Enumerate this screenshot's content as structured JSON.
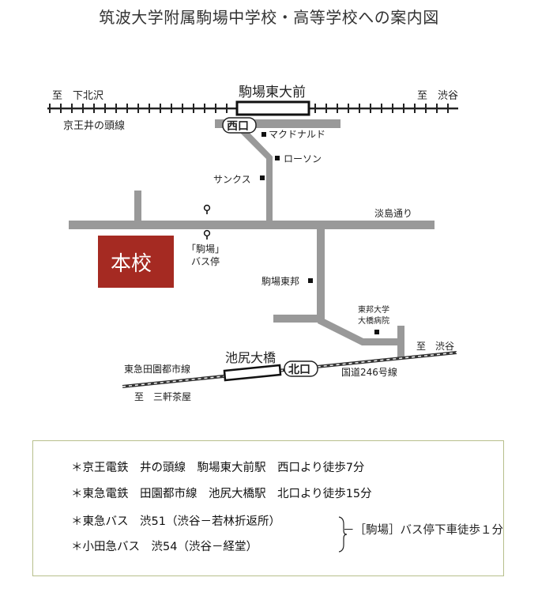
{
  "title": "筑波大学附属駒場中学校・高等学校への案内図",
  "map": {
    "keio_line": "京王井の頭線",
    "to_shimokitazawa": "至　下北沢",
    "to_shibuya_top": "至　渋谷",
    "komaba_todaimae": "駒場東大前",
    "nishiguchi": "西口",
    "mcdonalds": "マクドナルド",
    "lawson": "ローソン",
    "sunkus": "サンクス",
    "awashima_dori": "淡島通り",
    "honko": "本校",
    "bus_stop_line1": "「駒場」",
    "bus_stop_line2": "バス停",
    "komaba_toho": "駒場東邦",
    "toho_univ_line1": "東邦大学",
    "toho_univ_line2": "大橋病院",
    "to_shibuya_bottom": "至　渋谷",
    "ikejiri_ohashi": "池尻大橋",
    "kitaguchi": "北口",
    "route246": "国道246号線",
    "tokyu_line": "東急田園都市線",
    "to_sangenjaya": "至　三軒茶屋"
  },
  "access": {
    "line1": "＊京王電鉄　井の頭線　駒場東大前駅　西口より徒歩7分",
    "line2": "＊東急電鉄　田園都市線　池尻大橋駅　北口より徒歩15分",
    "line3": "＊東急バス　渋51（渋谷－若林折返所）",
    "line4": "＊小田急バス　渋54（渋谷－経堂）",
    "bus_note": "－［駒場］バス停下車徒歩１分"
  },
  "colors": {
    "road": "#999999",
    "school": "#a52a22",
    "rail": "#222222",
    "border": "#b7bf8c"
  }
}
